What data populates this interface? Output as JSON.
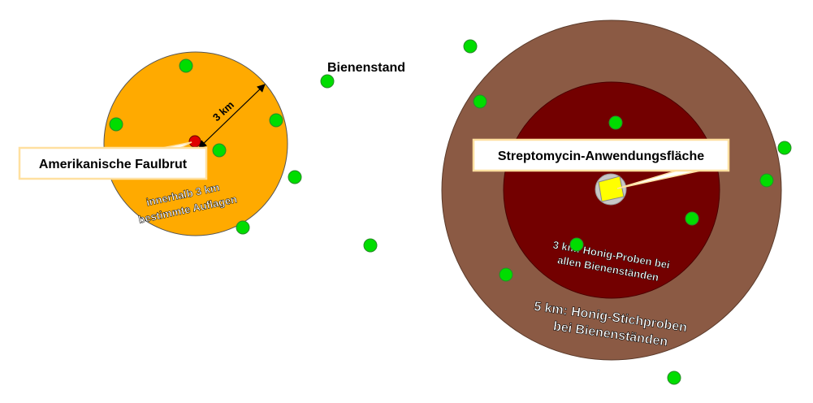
{
  "labels": {
    "apiary": "Bienenstand",
    "radius": "3 km",
    "afb_callout": "Amerikanische Faulbrut",
    "restriction_line1": "innerhalb 3 km",
    "restriction_line2": "bestimmte Auflagen",
    "streptomycin_callout": "Streptomycin-Anwendungsfläche",
    "honey_3km_line1": "3 km: Honig-Proben bei",
    "honey_3km_line2": "allen Bienenständen",
    "honey_5km_line1": "5 km: Honig-Stichproben",
    "honey_5km_line2": "bei Bienenständen"
  },
  "colors": {
    "afb_zone": "#ffaa00",
    "zone_5km": "#8b5a44",
    "zone_3km": "#730000",
    "apiary_dot": "#00dd00",
    "outbreak_dot": "#e00000",
    "streptomycin_area": "#ffff00",
    "callout_border": "#ffe0a0"
  }
}
